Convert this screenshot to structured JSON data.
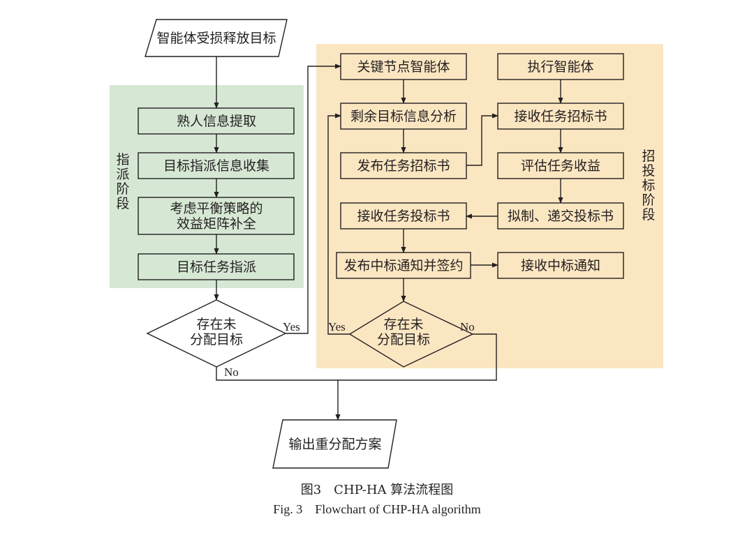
{
  "nodes": {
    "start": "智能体受损释放目标",
    "acquaintance": "熟人信息提取",
    "assign_collect": "目标指派信息收集",
    "balance_1": "考虑平衡策略的",
    "balance_2": "效益矩阵补全",
    "assign_task": "目标任务指派",
    "decision1_1": "存在未",
    "decision1_2": "分配目标",
    "key_agent": "关键节点智能体",
    "exec_agent": "执行智能体",
    "remain_analysis": "剩余目标信息分析",
    "receive_tender": "接收任务招标书",
    "publish_tender": "发布任务招标书",
    "eval_profit": "评估任务收益",
    "receive_bid": "接收任务投标书",
    "draft_bid": "拟制、递交投标书",
    "publish_win": "发布中标通知并签约",
    "receive_win": "接收中标通知",
    "decision2_1": "存在未",
    "decision2_2": "分配目标",
    "output": "输出重分配方案"
  },
  "phases": {
    "assign": "指派阶段",
    "bidding": "招投标阶段"
  },
  "edge_labels": {
    "yes1": "Yes",
    "no1": "No",
    "yes2": "Yes",
    "no2": "No"
  },
  "colors": {
    "assign_phase_bg": "#d6e8d4",
    "bidding_phase_bg": "#fbe6c2",
    "stroke": "#231f20"
  },
  "caption": {
    "cn": "图3　CHP-HA 算法流程图",
    "en": "Fig. 3　Flowchart of CHP-HA algorithm"
  }
}
